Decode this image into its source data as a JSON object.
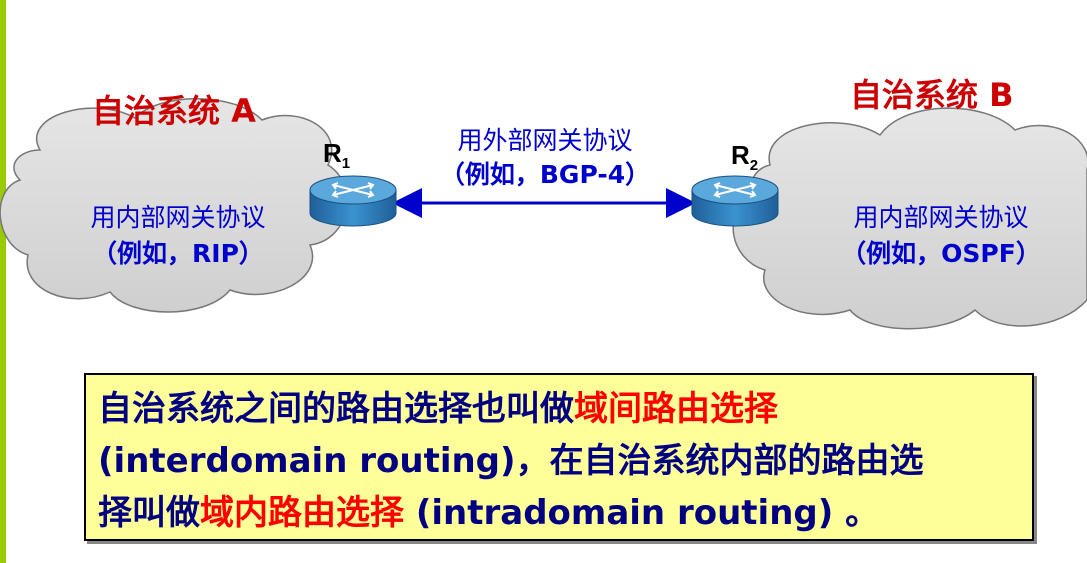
{
  "as_a": {
    "title": "自治系统 A",
    "igp_line1": "用内部网关协议",
    "igp_line2": "（例如，RIP）"
  },
  "as_b": {
    "title": "自治系统 B",
    "igp_line1": "用内部网关协议",
    "igp_line2": "（例如，OSPF）"
  },
  "routers": [
    {
      "name": "R",
      "sub": "1"
    },
    {
      "name": "R",
      "sub": "2"
    }
  ],
  "egp": {
    "line1": "用外部网关协议",
    "line2": "（例如，BGP-4）"
  },
  "note": {
    "p1": "自治系统之间的路由选择也叫做",
    "h1": "域间路由选择",
    "p2": "(interdomain routing)，在自治系统内部的路由选",
    "p3": "择叫做",
    "h2": "域内路由选择",
    "p4": " (intradomain routing) 。"
  },
  "colors": {
    "title_red": "#cc0000",
    "text_blue": "#0000cc",
    "note_bg": "#ffff99",
    "highlight_red": "#ff0000",
    "cloud_fill": "#d4d4d4",
    "router_body": "#2f86c2",
    "left_bar": "#99cc00"
  }
}
